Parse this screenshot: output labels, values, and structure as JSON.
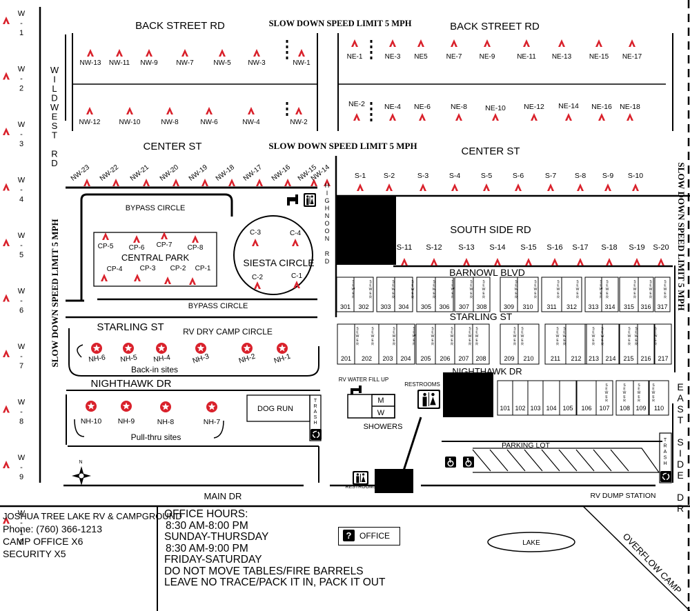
{
  "colors": {
    "site_marker": "#d9212b",
    "line": "#000000",
    "background": "#ffffff"
  },
  "roads": {
    "back_street_left": "BACK STREET RD",
    "back_street_right": "BACK STREET RD",
    "center_left": "CENTER ST",
    "center_right": "CENTER ST",
    "south_side": "SOUTH SIDE RD",
    "barnowl": "BARNOWL BLVD",
    "starling_left": "STARLING ST",
    "starling_right": "STARLING ST",
    "nighthawk_left": "NIGHTHAWK DR",
    "nighthawk_right": "NIGHTHAWK DR",
    "main": "MAIN DR",
    "bypass_top": "BYPASS CIRCLE",
    "bypass_bottom": "BYPASS CIRCLE",
    "wild_west": [
      "W",
      "I",
      "L",
      "D",
      "W",
      "E",
      "S",
      "T",
      "",
      "R",
      "D"
    ],
    "high_noon": [
      "H",
      "I",
      "G",
      "H",
      "N",
      "O",
      "O",
      "N",
      "",
      "R",
      "D"
    ],
    "east_side": [
      "E",
      "A",
      "S",
      "T",
      "",
      "S",
      "I",
      "D",
      "E",
      "",
      "D",
      "R"
    ],
    "overflow": "OVERFLOW CAMP"
  },
  "speed_signs": {
    "top_center": "SLOW DOWN SPEED LIMIT 5 MPH",
    "center": "SLOW DOWN SPEED LIMIT 5 MPH",
    "left_vertical": "SLOW DOWN SPEED LIMIT 5 MPH",
    "right_vertical": "SLOW DOWN SPEED LIMIT 5 MPH"
  },
  "areas": {
    "central_park": "CENTRAL PARK",
    "siesta_circle": "SIESTA CIRCLE",
    "rv_dry_camp": "RV DRY CAMP CIRCLE",
    "back_in": "Back-in sites",
    "pull_thru": "Pull-thru sites",
    "dog_run": "DOG RUN",
    "trash": [
      "T",
      "R",
      "A",
      "S",
      "H"
    ],
    "rv_water": "RV WATER FILL UP",
    "restrooms": "RESTROOMS",
    "showers": "SHOWERS",
    "shower_m": "M",
    "shower_w": "W",
    "parking_lot": "PARKING LOT",
    "rv_dump": "RV DUMP STATION",
    "lake": "LAKE",
    "office": "OFFICE",
    "sewer": [
      "S",
      "E",
      "W",
      "E",
      "R"
    ]
  },
  "sites": {
    "west": [
      "W-1",
      "W-2",
      "W-3",
      "W-4",
      "W-5",
      "W-6",
      "W-7",
      "W-8",
      "W-9",
      "W-10"
    ],
    "nw_top": [
      "NW-13",
      "NW-11",
      "NW-9",
      "NW-7",
      "NW-5",
      "NW-3",
      "NW-1"
    ],
    "nw_bottom": [
      "NW-12",
      "NW-10",
      "NW-8",
      "NW-6",
      "NW-4",
      "NW-2"
    ],
    "nw_center": [
      "NW-23",
      "NW-22",
      "NW-21",
      "NW-20",
      "NW-19",
      "NW-18",
      "NW-17",
      "NW-16",
      "NW-15",
      "NW-14"
    ],
    "ne_top": [
      "NE-1",
      "NE-3",
      "NE5",
      "NE-7",
      "NE-9",
      "NE-11",
      "NE-13",
      "NE-15",
      "NE-17"
    ],
    "ne_bottom": [
      "NE-2",
      "NE-4",
      "NE-6",
      "NE-8",
      "NE-10",
      "NE-12",
      "NE-14",
      "NE-16",
      "NE-18"
    ],
    "s_top": [
      "S-1",
      "S-2",
      "S-3",
      "S-4",
      "S-5",
      "S-6",
      "S-7",
      "S-8",
      "S-9",
      "S-10"
    ],
    "s_bottom": [
      "S-11",
      "S-12",
      "S-13",
      "S-14",
      "S-15",
      "S-16",
      "S-17",
      "S-18",
      "S-19",
      "S-20"
    ],
    "cp": [
      "CP-5",
      "CP-6",
      "CP-7",
      "CP-8",
      "CP-4",
      "CP-3",
      "CP-2",
      "CP-1"
    ],
    "siesta": [
      "C-3",
      "C-4",
      "C-2",
      "C-1"
    ],
    "nh_back_in": [
      "NH-6",
      "NH-5",
      "NH-4",
      "NH-3",
      "NH-2",
      "NH-1"
    ],
    "nh_pull_thru": [
      "NH-10",
      "NH-9",
      "NH-8",
      "NH-7"
    ],
    "row300": [
      "301",
      "302",
      "303",
      "304",
      "305",
      "306",
      "307",
      "308",
      "309",
      "310",
      "311",
      "312",
      "313",
      "314",
      "315",
      "316",
      "317"
    ],
    "row200": [
      "201",
      "202",
      "203",
      "204",
      "205",
      "206",
      "207",
      "208",
      "209",
      "210",
      "211",
      "212",
      "213",
      "214",
      "215",
      "216",
      "217"
    ],
    "row100": [
      "101",
      "102",
      "103",
      "104",
      "105",
      "106",
      "107",
      "108",
      "109",
      "110"
    ]
  },
  "compass": "N",
  "info": {
    "name": "JOSHUA TREE LAKE RV & CAMPGROUND",
    "phone": "Phone: (760) 366-1213",
    "camp_office": "CAMP OFFICE X6",
    "security": "SECURITY X5"
  },
  "hours": [
    "OFFICE HOURS:",
    "8:30 AM-8:00 PM",
    "SUNDAY-THURSDAY",
    "8:30 AM-9:00 PM",
    "FRIDAY-SATURDAY",
    "DO NOT MOVE TABLES/FIRE BARRELS",
    "LEAVE NO TRACE/PACK IT IN, PACK IT OUT"
  ]
}
